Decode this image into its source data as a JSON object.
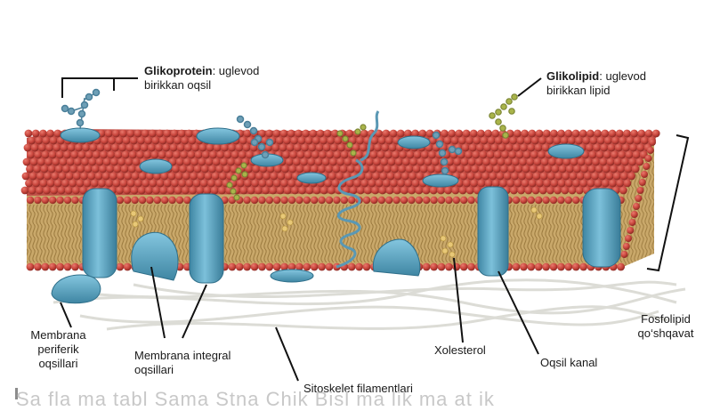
{
  "labels": {
    "glycoprotein_title": "Glikoprotein",
    "glycoprotein_rest": ": uglevod",
    "glycoprotein_line2": "birikkan oqsil",
    "glycolipid_title": "Glikolipid",
    "glycolipid_rest": ": uglevod",
    "glycolipid_line2": "birikkan lipid",
    "peripheral_line1": "Membrana",
    "peripheral_line2": "periferik",
    "peripheral_line3": "oqsillari",
    "integral_line1": "Membrana integral",
    "integral_line2": "oqsillari",
    "cytoskeleton": "Sitoskelet filamentlari",
    "cholesterol": "Xolesterol",
    "channel": "Oqsil kanal",
    "bilayer_line1": "Fosfolipid",
    "bilayer_line2": "qo‘shqavat"
  },
  "bottom_text": "Sa fla ma tabl Sama Stna Chik Bisl ma lik ma at ik",
  "colors": {
    "head": "#c9463d",
    "head_dark": "#8e2a24",
    "tail": "#a8864a",
    "protein": "#5fa8c4",
    "protein_dark": "#2f6f8a",
    "sugar_glycoprotein": "#6e9fb6",
    "sugar_glycolipid": "#a9b44a",
    "cholesterol": "#e8c877",
    "filament": "#dcdcd6"
  }
}
